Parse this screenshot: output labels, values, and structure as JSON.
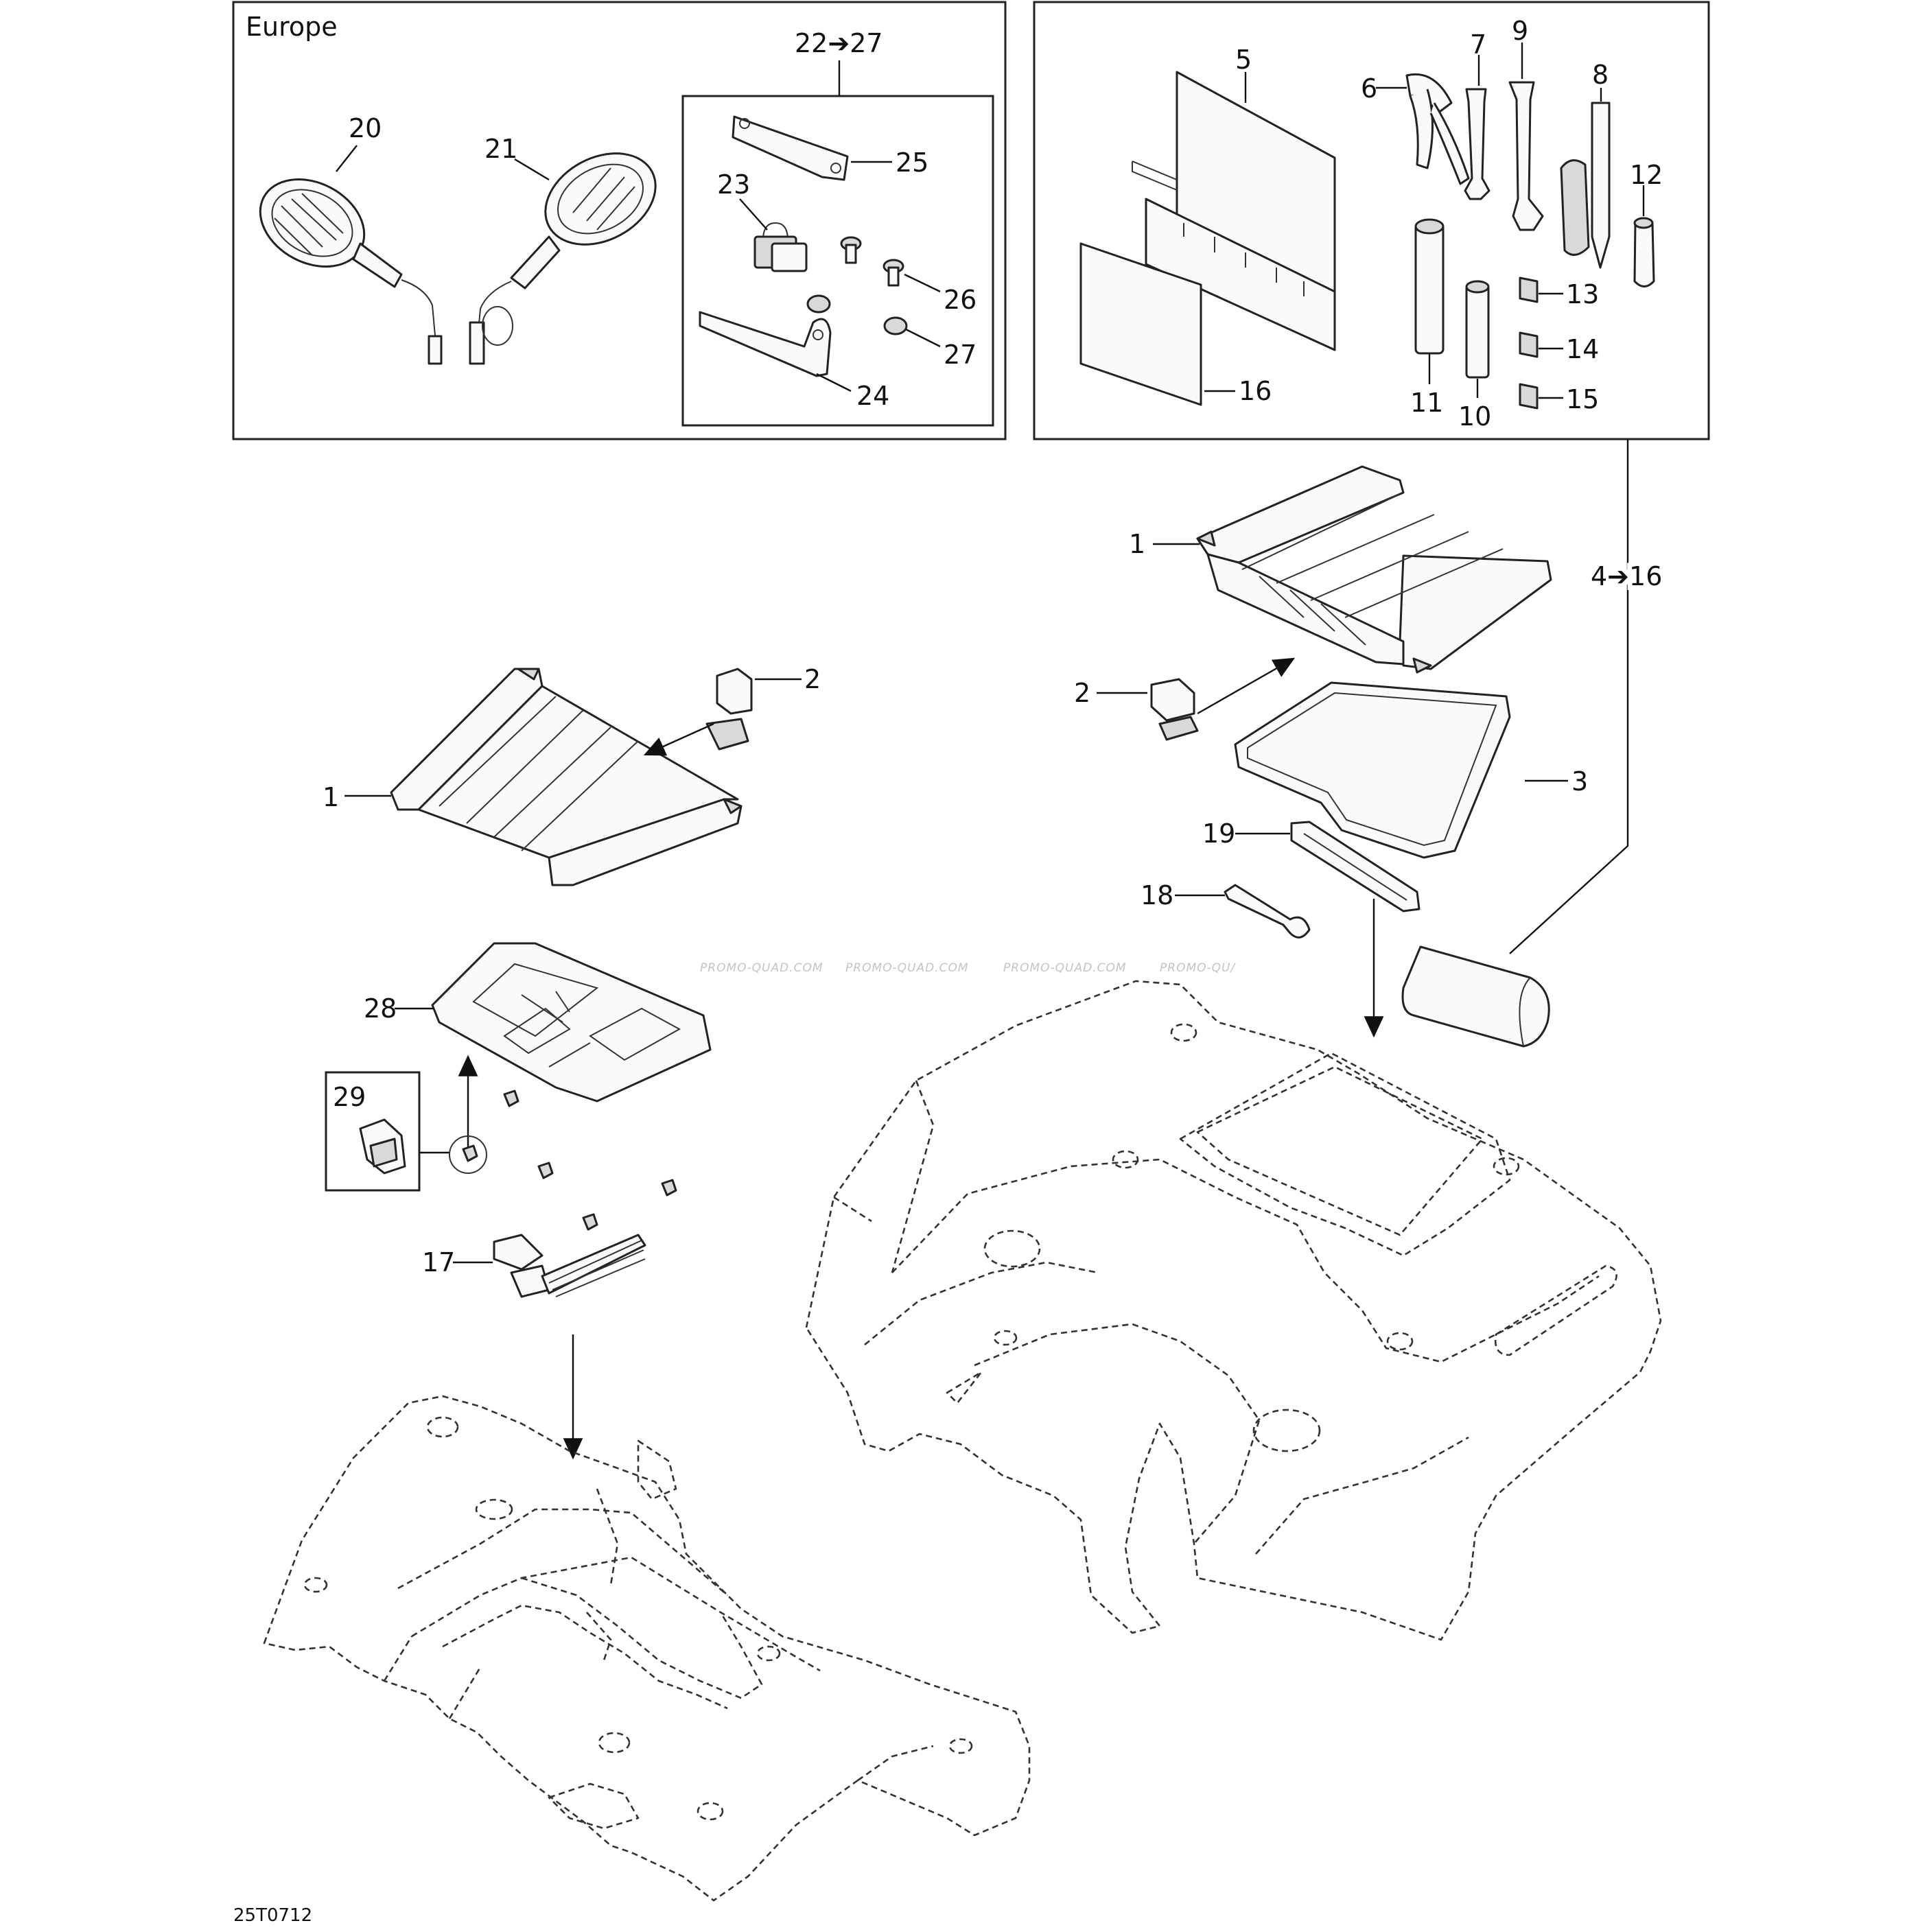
{
  "labels": {
    "europe": "Europe",
    "kit_mirror": "22➔27",
    "kit_tools": "4➔16",
    "n1a": "1",
    "n1b": "1",
    "n2a": "2",
    "n2b": "2",
    "n3": "3",
    "n5": "5",
    "n6": "6",
    "n7": "7",
    "n8": "8",
    "n9": "9",
    "n10": "10",
    "n11": "11",
    "n12": "12",
    "n13": "13",
    "n14": "14",
    "n15": "15",
    "n16a": "16",
    "n17": "17",
    "n18": "18",
    "n19": "19",
    "n20": "20",
    "n21": "21",
    "n23": "23",
    "n24": "24",
    "n25": "25",
    "n26": "26",
    "n27": "27",
    "n28": "28",
    "n29": "29"
  },
  "watermark": [
    "PROMO-QUAD.COM",
    "PROMO-QUAD.COM",
    "PROMO-QUAD.COM",
    "PROMO-QU/"
  ],
  "drawing_number": "25T0712"
}
